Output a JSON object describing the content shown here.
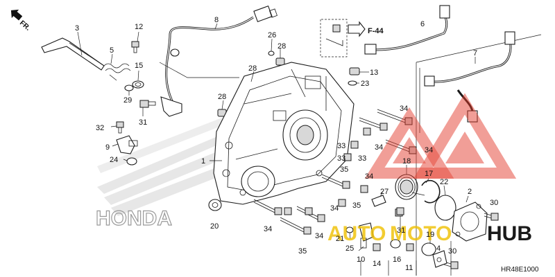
{
  "diagram": {
    "direction_label": "FR.",
    "ref_label": "F-44",
    "drawing_code": "HR48E1000",
    "watermark": {
      "left": "AUTO",
      "middle": "MOTO",
      "right": "HUB",
      "color": "#e13a2c"
    },
    "background_logo": "HONDA",
    "callouts": [
      "1",
      "2",
      "3",
      "4",
      "5",
      "6",
      "7",
      "8",
      "9",
      "10",
      "11",
      "12",
      "13",
      "14",
      "15",
      "16",
      "17",
      "18",
      "19",
      "20",
      "21",
      "22",
      "23",
      "24",
      "25",
      "26",
      "27",
      "28",
      "28",
      "28",
      "29",
      "30",
      "30",
      "31",
      "31",
      "32",
      "33",
      "33",
      "33",
      "34",
      "34",
      "34",
      "34",
      "34",
      "34",
      "34",
      "35",
      "35",
      "35"
    ]
  }
}
